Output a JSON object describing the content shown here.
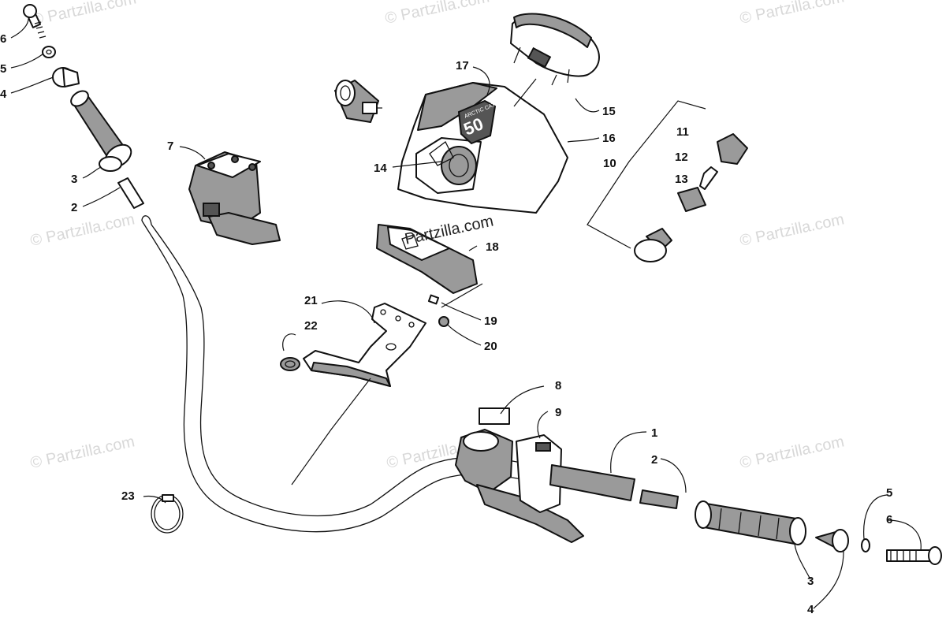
{
  "watermark": "© Partzilla.com",
  "brand_overlay": "Partzilla.com",
  "badge_text": {
    "top": "ARCTIC CAT",
    "number": "50"
  },
  "callouts": {
    "c1": "1",
    "c2_left": "2",
    "c2_right": "2",
    "c3_left": "3",
    "c3_right": "3",
    "c4_left": "4",
    "c4_right": "4",
    "c5_left": "5",
    "c5_right": "5",
    "c6_left": "6",
    "c6_right": "6",
    "c7": "7",
    "c8": "8",
    "c9": "9",
    "c10": "10",
    "c11": "11",
    "c12": "12",
    "c13": "13",
    "c14": "14",
    "c15": "15",
    "c16": "16",
    "c17": "17",
    "c18": "18",
    "c19": "19",
    "c20": "20",
    "c21": "21",
    "c22": "22",
    "c23": "23"
  }
}
